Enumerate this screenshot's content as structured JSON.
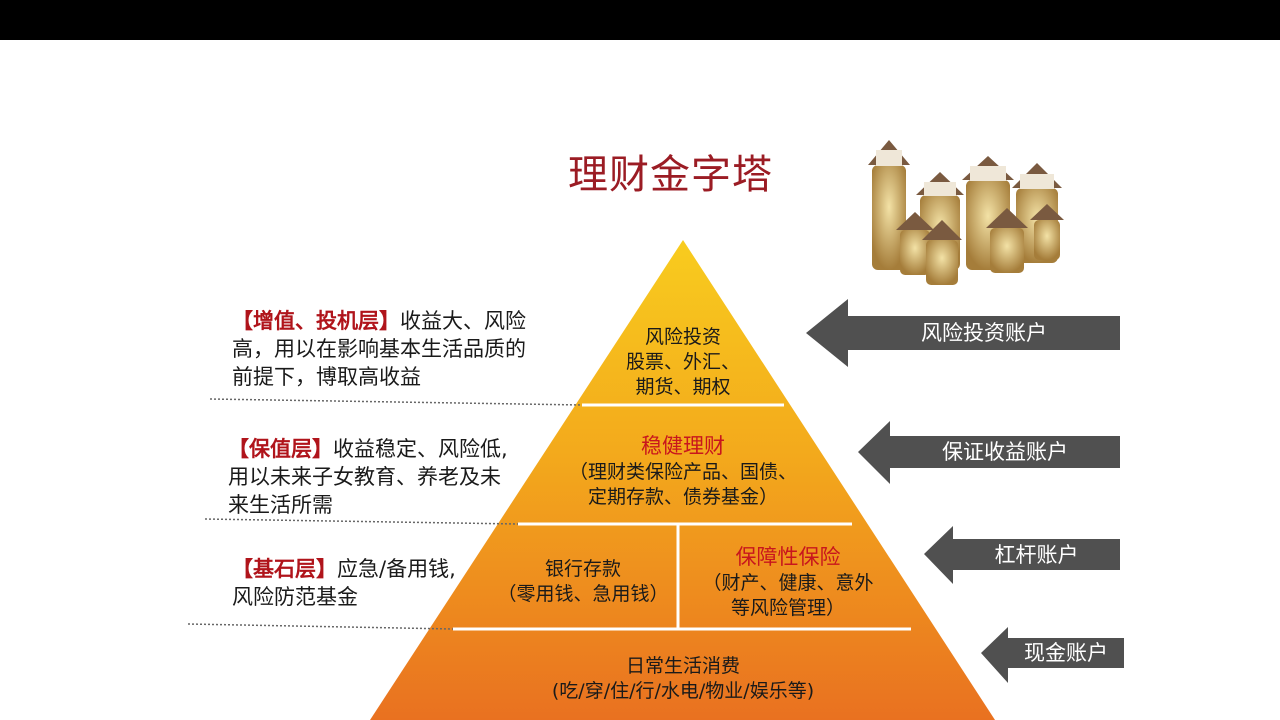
{
  "title": "理财金字塔",
  "pyramid": {
    "top": {
      "line1": "风险投资",
      "line2": "股票、外汇、",
      "line3": "期货、期权"
    },
    "second": {
      "heading": "稳健理财",
      "line1": "（理财类保险产品、国债、",
      "line2": "定期存款、债券基金）"
    },
    "third_left": {
      "line1": "银行存款",
      "line2": "（零用钱、急用钱）"
    },
    "third_right": {
      "heading": "保障性保险",
      "line1": "（财产、健康、意外",
      "line2": "等风险管理）"
    },
    "base": {
      "line1": "日常生活消费",
      "line2": "(吃/穿/住/行/水电/物业/娱乐等)"
    }
  },
  "left_notes": [
    {
      "bracket": "【增值、投机层】",
      "text1": "收益大、风险",
      "text2": "高，用以在影响基本生活品质的",
      "text3": "前提下，博取高收益"
    },
    {
      "bracket": "【保值层】",
      "text1": "收益稳定、风险低,",
      "text2": "用以未来子女教育、养老及未",
      "text3": "来生活所需"
    },
    {
      "bracket": "【基石层】",
      "text1": "应急/备用钱,",
      "text2": "风险防范基金"
    }
  ],
  "accounts": [
    "风险投资账户",
    "保证收益账户",
    "杠杆账户",
    "现金账户"
  ],
  "colors": {
    "title": "#9b1c24",
    "accent_red": "#c8161d",
    "arrow": "#505050",
    "pyramid_top": "#f6c21a",
    "pyramid_bottom": "#ea7a1f"
  }
}
